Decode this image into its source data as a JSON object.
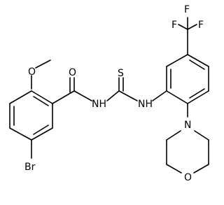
{
  "molecule": {
    "atoms": {
      "methoxy_carbon": "",
      "methoxy_o": "O",
      "carbonyl_o": "O",
      "amide_nh": "NH",
      "thione_s": "S",
      "thioamide_nh": "NH",
      "fluorine_top": "F",
      "fluorine_left": "F",
      "fluorine_right": "F",
      "bromine": "Br",
      "morpholine_n": "N",
      "morpholine_o": "O"
    },
    "colors": {
      "bond": "#000000",
      "label": "#000000",
      "background": "#ffffff"
    }
  }
}
